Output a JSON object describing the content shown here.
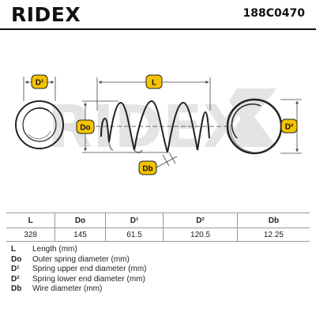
{
  "header": {
    "brand": "RIDEX",
    "part_number": "188C0470"
  },
  "diagram": {
    "labels": {
      "upper_diameter": "D¹",
      "length": "L",
      "outer_diameter": "Do",
      "lower_diameter": "D²",
      "wire_diameter": "Db"
    },
    "accent_color": "#f5c400"
  },
  "table": {
    "headers": [
      "L",
      "Do",
      "D¹",
      "D²",
      "Db"
    ],
    "values": [
      "328",
      "145",
      "61.5",
      "120.5",
      "12.25"
    ]
  },
  "legend": [
    {
      "key": "L",
      "desc": "Length (mm)"
    },
    {
      "key": "Do",
      "desc": "Outer spring diameter (mm)"
    },
    {
      "key": "D¹",
      "desc": "Spring upper end diameter (mm)"
    },
    {
      "key": "D²",
      "desc": "Spring lower end diameter (mm)"
    },
    {
      "key": "Db",
      "desc": "Wire diameter (mm)"
    }
  ]
}
